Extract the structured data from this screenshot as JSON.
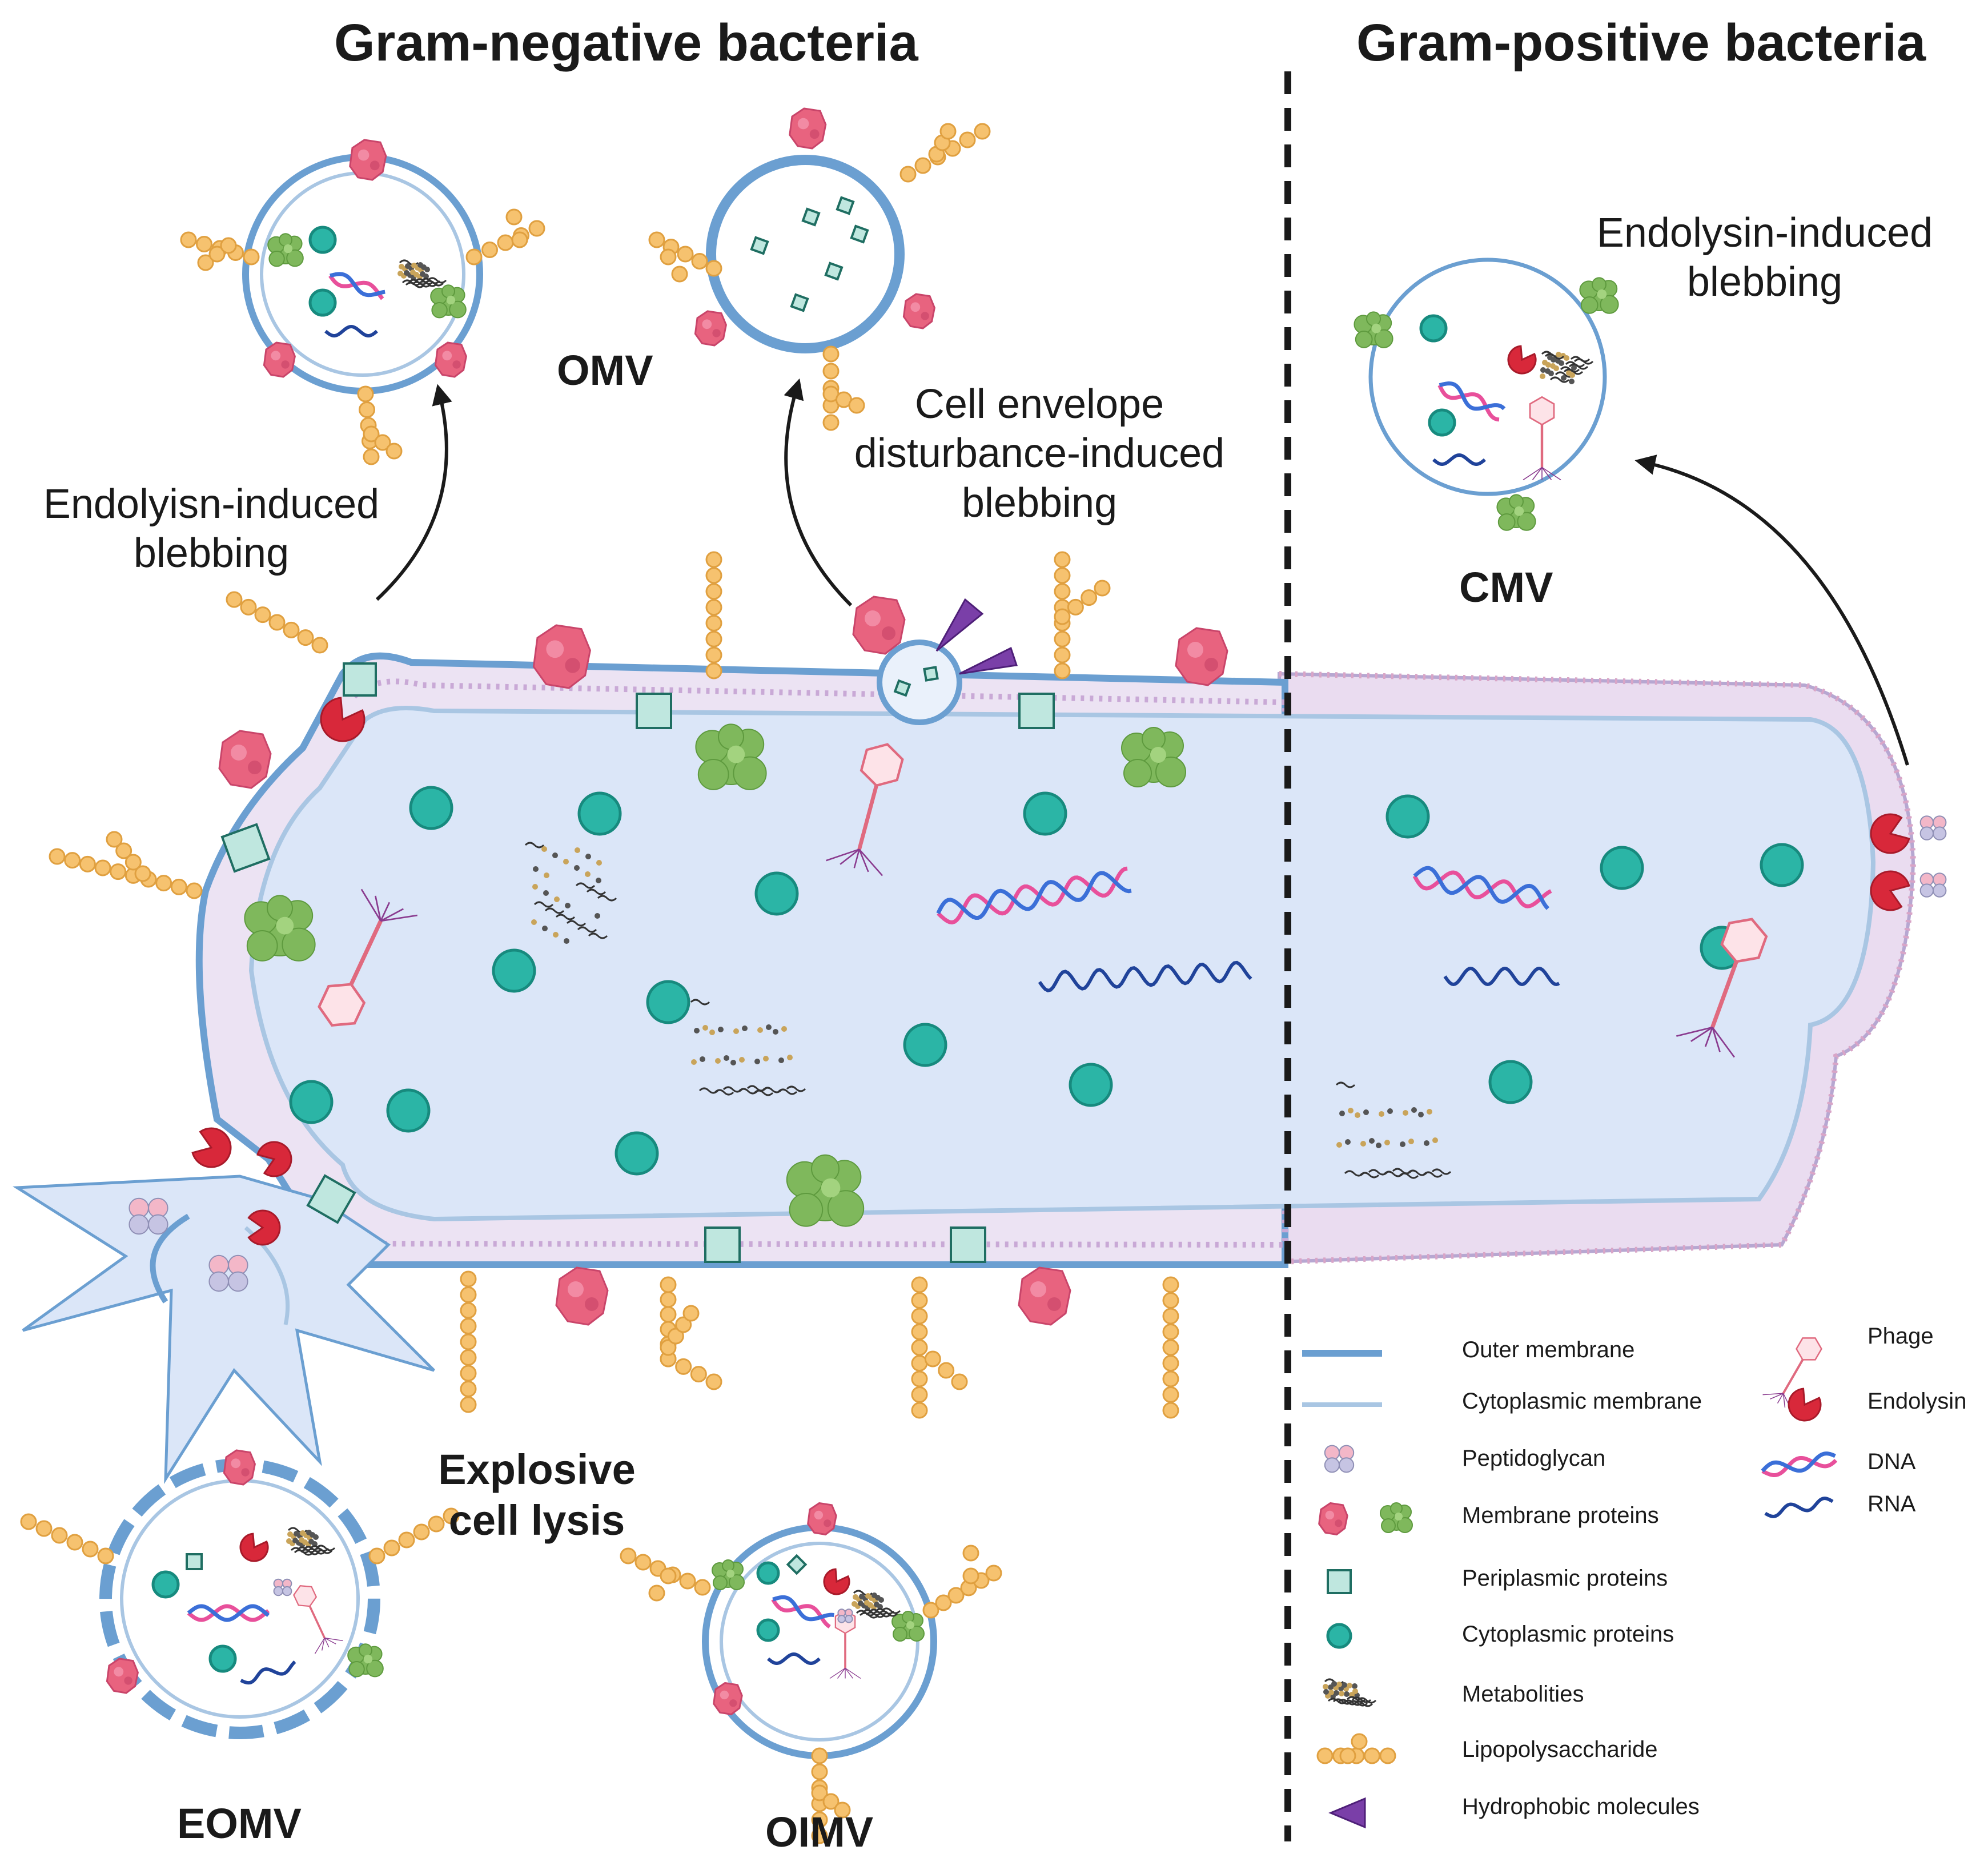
{
  "headings": {
    "gram_negative": "Gram-negative bacteria",
    "gram_positive": "Gram-positive bacteria"
  },
  "labels": {
    "endolysin_induced_gn": "Endolyisn-induced\nblebbing",
    "omv": "OMV",
    "cell_envelope": "Cell envelope\ndisturbance-induced\nblebbing",
    "endolysin_induced_gp": "Endolysin-induced\nblebbing",
    "cmv": "CMV",
    "explosive": "Explosive\ncell lysis",
    "eomv": "EOMV",
    "oimv": "OIMV"
  },
  "legend": {
    "outer_membrane": "Outer membrane",
    "cytoplasmic_membrane": "Cytoplasmic membrane",
    "peptidoglycan": "Peptidoglycan",
    "membrane_proteins": "Membrane proteins",
    "periplasmic_proteins": "Periplasmic proteins",
    "cytoplasmic_proteins": "Cytoplasmic proteins",
    "metabolites": "Metabolities",
    "lipopolysaccharide": "Lipopolysaccharide",
    "hydrophobic_molecules": "Hydrophobic molecules",
    "phage": "Phage",
    "endolysin": "Endolysin",
    "dna": "DNA",
    "rna": "RNA"
  },
  "colors": {
    "outer_membrane": "#6b9fd1",
    "cytoplasm": "#dbe6f8",
    "cytoplasmic_protein": "#2bb5a6",
    "membrane_protein_red": "#e8637f",
    "membrane_protein_green": "#7fb85c",
    "endolysin": "#d8283a",
    "lps": "#f6c26f",
    "periplasmic_protein": "#bfe7df",
    "hydrophobic": "#7a3fa8",
    "dna_a": "#e8509b",
    "dna_b": "#3b6fd8",
    "rna": "#20439a",
    "phage": "#e06a7f"
  },
  "icons": [
    "outer-membrane-icon",
    "cytoplasmic-membrane-icon",
    "peptidoglycan-icon",
    "membrane-protein-icon",
    "periplasmic-protein-icon",
    "cytoplasmic-protein-icon",
    "metabolite-icon",
    "lipopolysaccharide-icon",
    "hydrophobic-molecule-icon",
    "phage-icon",
    "endolysin-icon",
    "dna-icon",
    "rna-icon"
  ]
}
